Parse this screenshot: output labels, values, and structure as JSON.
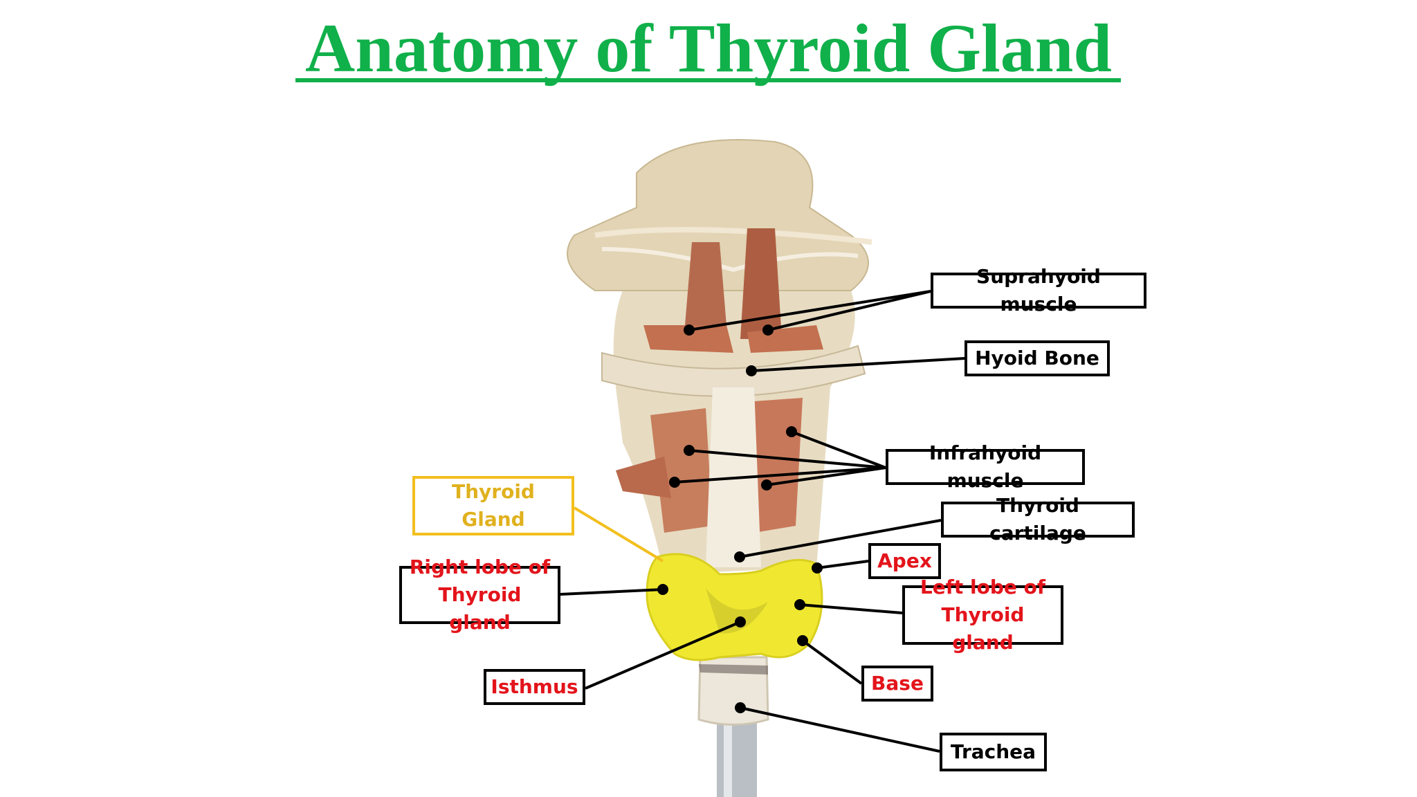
{
  "title": "Anatomy of Thyroid Gland",
  "colors": {
    "title": "#10b04a",
    "structure_labels": "#000000",
    "thyroid_part_labels": "#e3141b",
    "thyroid_gland_label": "#e0b11e",
    "thyroid_tissue": "#f0e830"
  },
  "labels": {
    "suprahyoid_muscle": "Suprahyoid muscle",
    "hyoid_bone": "Hyoid Bone",
    "infrahyoid_muscle": "Infrahyoid muscle",
    "thyroid_cartilage": "Thyroid cartilage",
    "thyroid_gland": "Thyroid Gland",
    "apex": "Apex",
    "right_lobe_line1": "Right lobe of",
    "right_lobe_line2": "Thyroid gland",
    "left_lobe_line1": "Left lobe of",
    "left_lobe_line2": "Thyroid gland",
    "isthmus": "Isthmus",
    "base": "Base",
    "trachea": "Trachea"
  }
}
